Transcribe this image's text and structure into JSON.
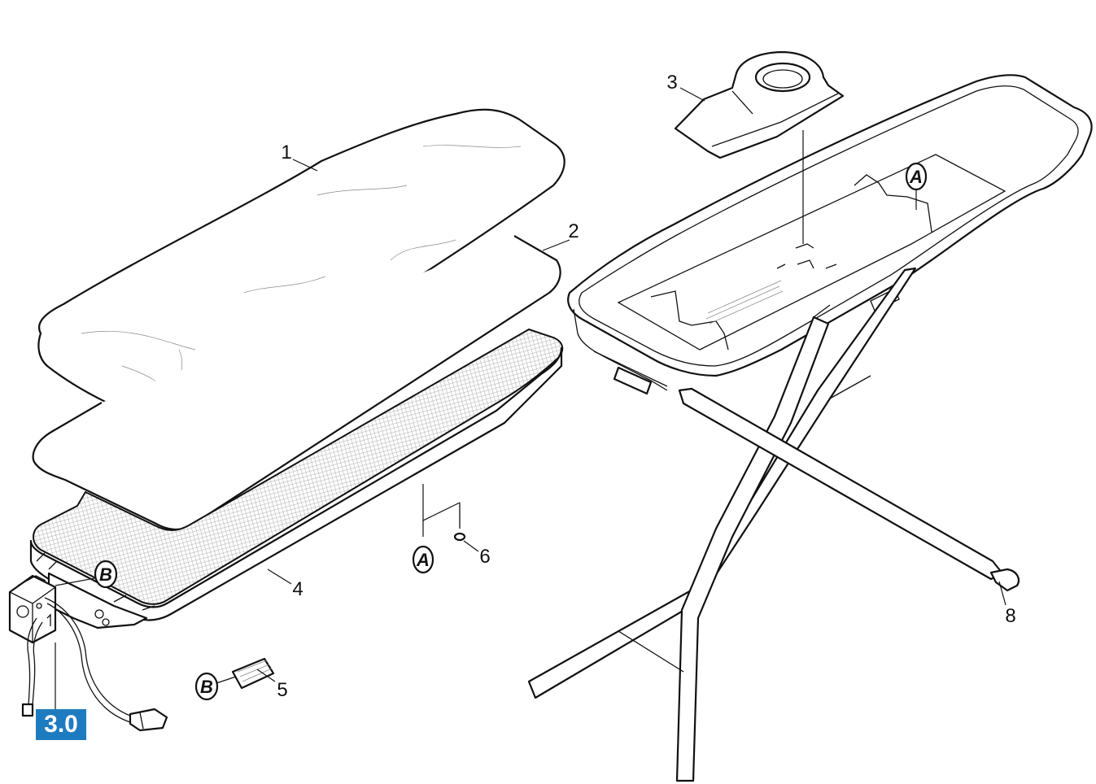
{
  "title": "",
  "callouts": {
    "c1": "1",
    "c2": "2",
    "c3": "3",
    "c4": "4",
    "c5": "5",
    "c6": "6",
    "c8": "8"
  },
  "refs": {
    "a_tray": "A",
    "a_screw": "A",
    "b_board": "B",
    "b_pad": "B"
  },
  "section_badge": "3.0",
  "colors": {
    "badge": "#1f7bbf",
    "line": "#111111",
    "background": "#ffffff"
  }
}
